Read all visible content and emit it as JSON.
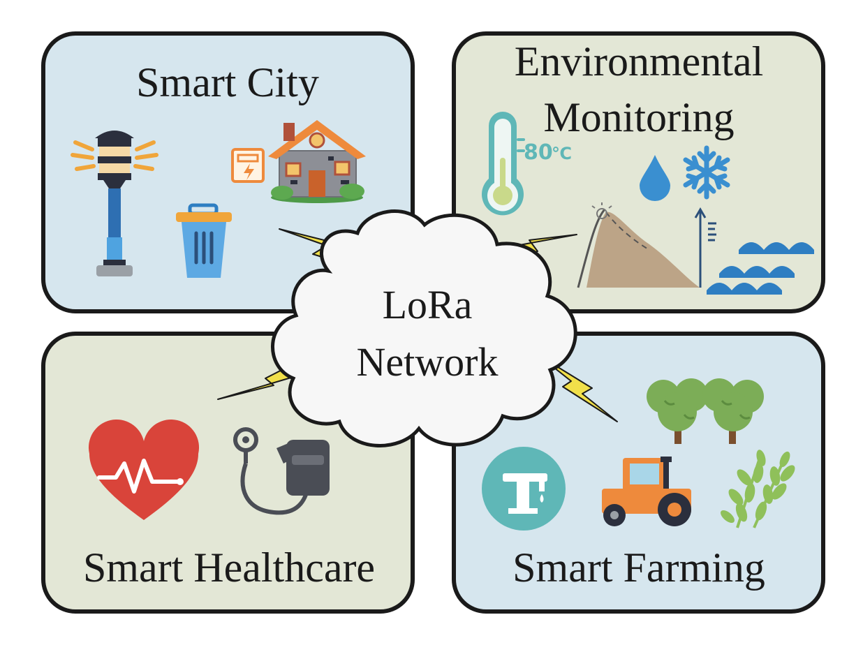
{
  "panels": {
    "smart_city": {
      "title": "Smart City",
      "bg": "#d6e6ee"
    },
    "environmental": {
      "title_line1": "Environmental",
      "title_line2": "Monitoring",
      "bg": "#e3e7d6"
    },
    "healthcare": {
      "title": "Smart Healthcare",
      "bg": "#e3e7d6"
    },
    "farming": {
      "title": "Smart Farming",
      "bg": "#d6e6ee"
    }
  },
  "cloud": {
    "line1": "LoRa",
    "line2": "Network"
  },
  "thermometer": {
    "reading": "80",
    "unit": "℃"
  },
  "colors": {
    "panel_border": "#1a1a1a",
    "bolt": "#f1e04a",
    "heart": "#d9443a",
    "tractor": "#ee8a3c",
    "tree": "#7cad57",
    "wheat": "#8fc05a",
    "water": "#3a8fd0",
    "teal": "#5fb7b7"
  }
}
